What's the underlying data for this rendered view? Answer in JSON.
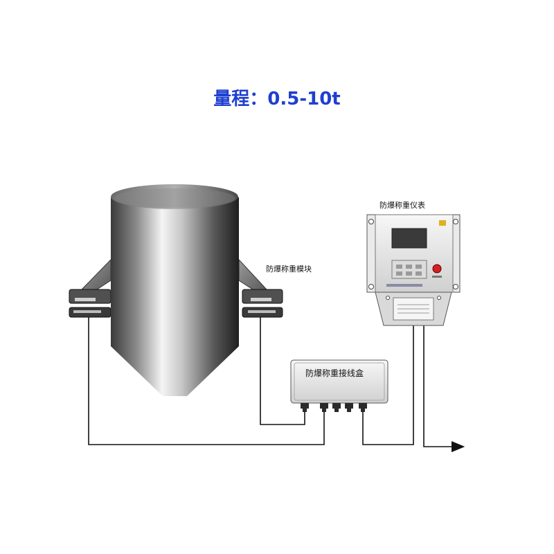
{
  "title": "量程：0.5-10t",
  "labels": {
    "module": "防爆称重模块",
    "instrument": "防爆称重仪表",
    "junction_box": "防爆称重接线盒"
  },
  "colors": {
    "title": "#1f3fd0",
    "line": "#111111",
    "enclosure": "#d9d9d9",
    "screen": "#3a3a3a",
    "alarm": "#d42020"
  }
}
